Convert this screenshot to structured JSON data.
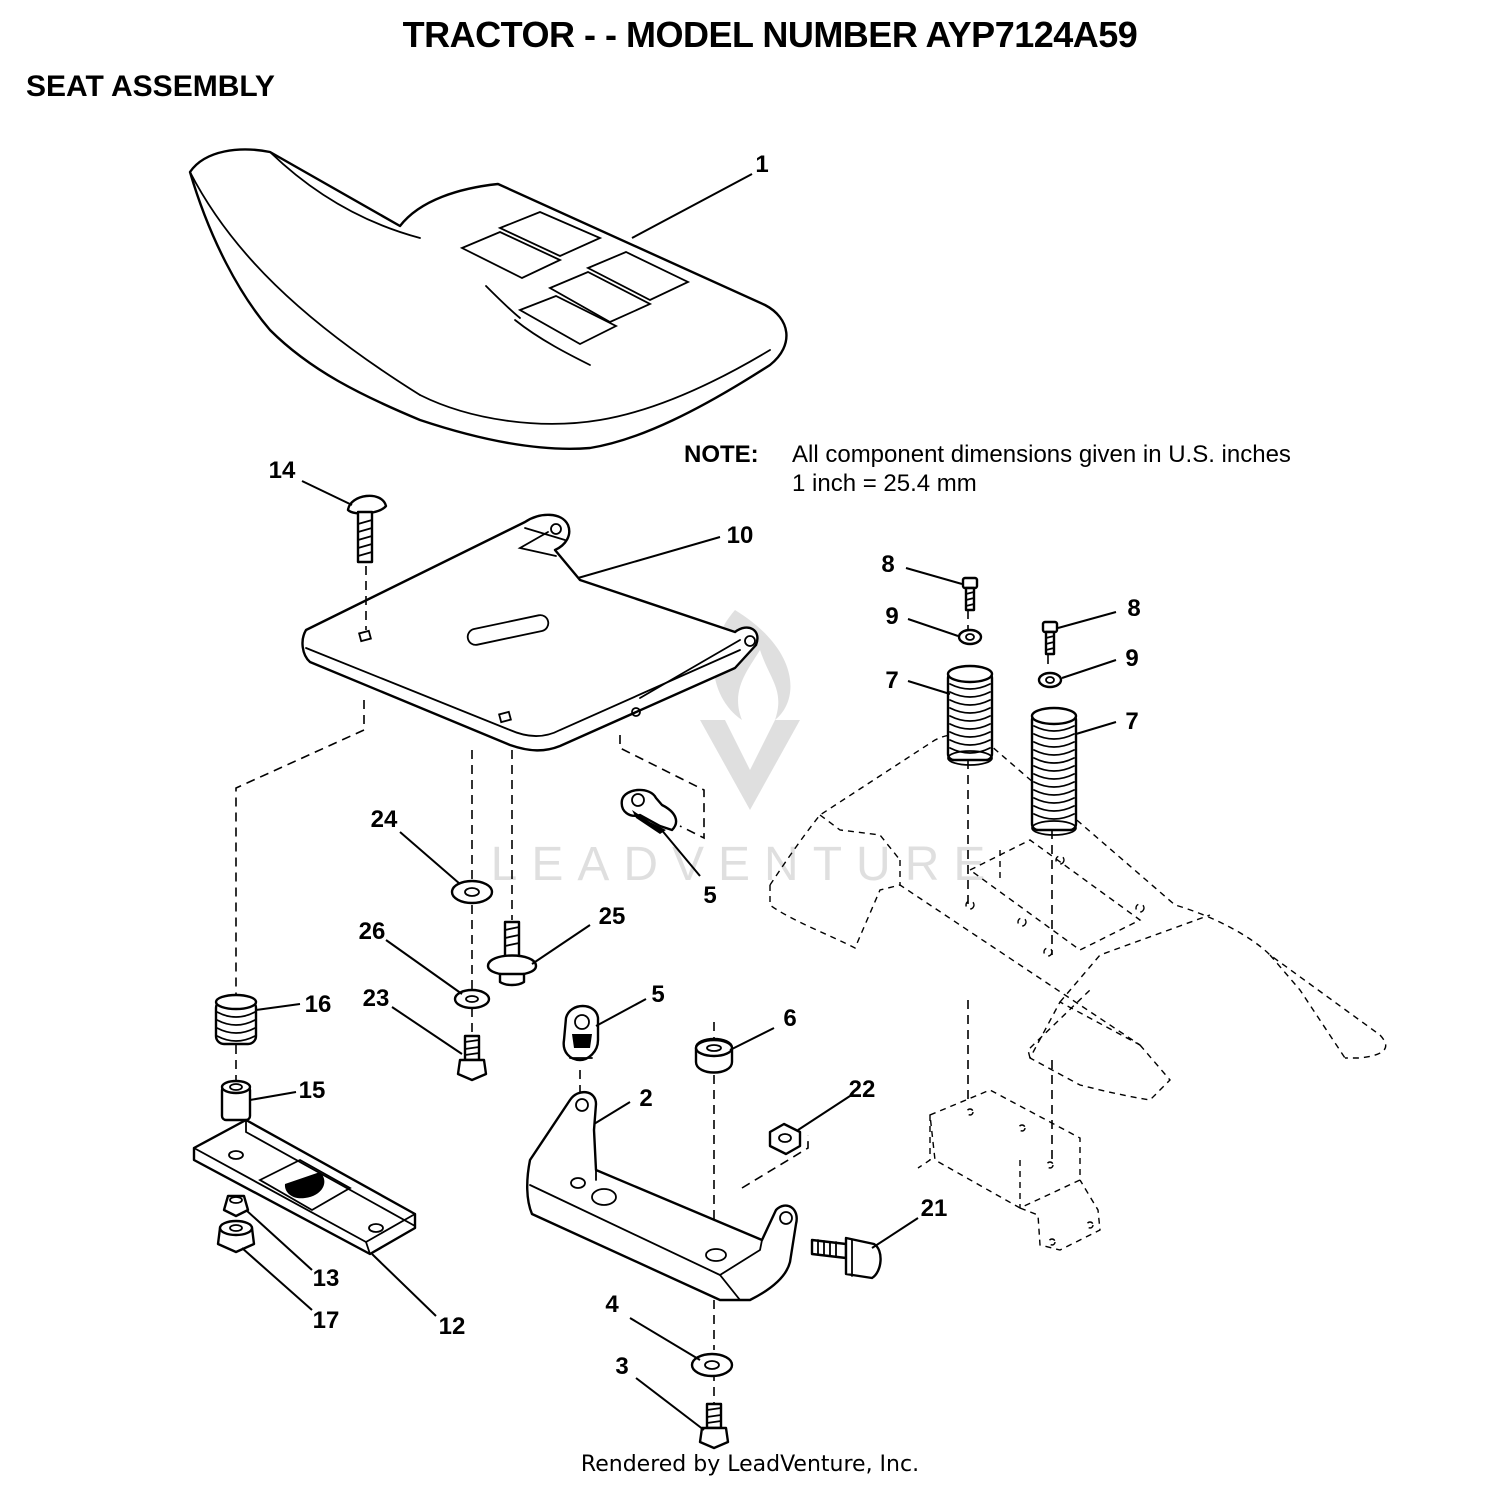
{
  "header": {
    "title": "TRACTOR - - MODEL NUMBER AYP7124A59",
    "subtitle": "SEAT ASSEMBLY"
  },
  "note": {
    "label": "NOTE:",
    "line1": "All component dimensions given in U.S. inches",
    "line2": "1 inch = 25.4 mm"
  },
  "footer": {
    "credit": "Rendered by LeadVenture, Inc."
  },
  "watermark": {
    "text": "LEADVENTURE"
  },
  "callouts": [
    "1",
    "14",
    "10",
    "8",
    "9",
    "8",
    "9",
    "7",
    "7",
    "24",
    "5",
    "25",
    "26",
    "23",
    "16",
    "5",
    "6",
    "15",
    "2",
    "22",
    "21",
    "13",
    "17",
    "12",
    "4",
    "3"
  ]
}
